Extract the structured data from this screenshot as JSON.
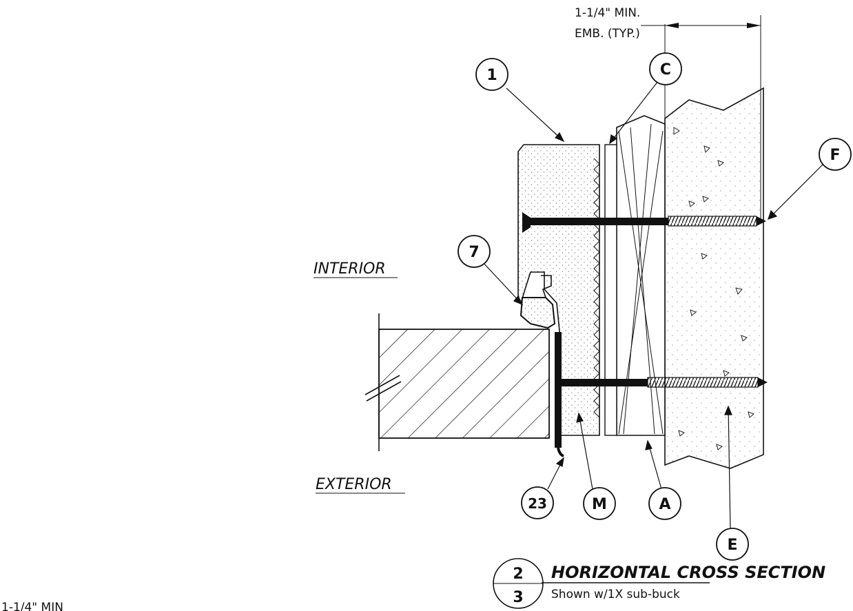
{
  "dimension": {
    "line1": "1-1/4\" MIN.",
    "line2": "EMB. (TYP.)"
  },
  "side_labels": {
    "interior": "INTERIOR",
    "exterior": "EXTERIOR"
  },
  "callouts": {
    "c1": "1",
    "cC": "C",
    "cF": "F",
    "c7": "7",
    "c23": "23",
    "cM": "M",
    "cA": "A",
    "cE": "E"
  },
  "title_block": {
    "detail_number": "2",
    "sheet_number": "3",
    "title": "HORIZONTAL CROSS SECTION",
    "subtitle": "Shown w/1X sub-buck"
  },
  "corner_text": "1-1/4\" MIN"
}
